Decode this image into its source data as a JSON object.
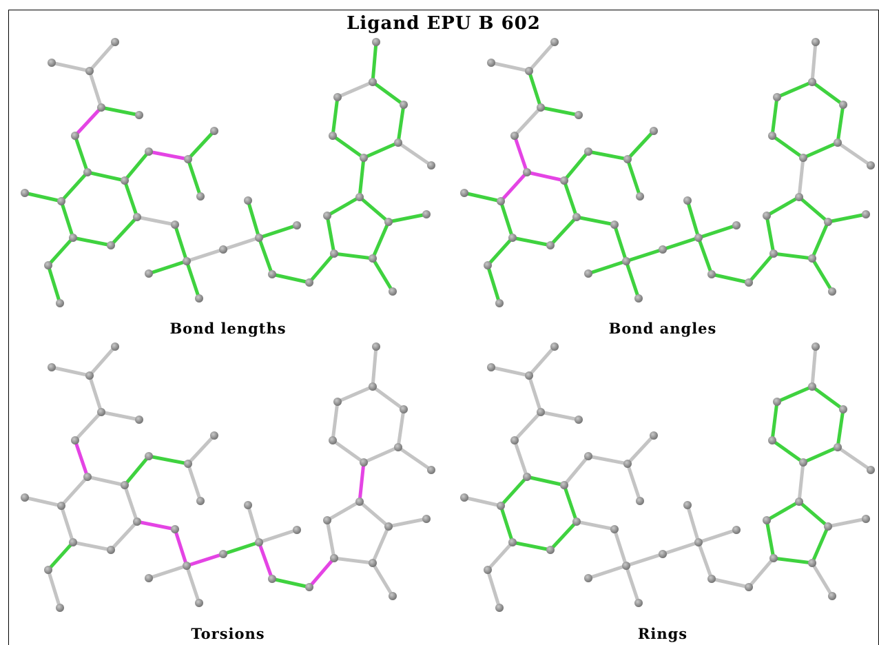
{
  "title": "Ligand EPU B 602",
  "panels": [
    {
      "label": "Bond lengths"
    },
    {
      "label": "Bond angles"
    },
    {
      "label": "Torsions"
    },
    {
      "label": "Rings"
    }
  ],
  "colors": {
    "green": "#3fd23f",
    "magenta": "#e444e4",
    "grey": "#c4c4c4",
    "atom": "#6e6e6e",
    "atom_highlight": "#c9c9c9",
    "border": "#000000"
  }
}
